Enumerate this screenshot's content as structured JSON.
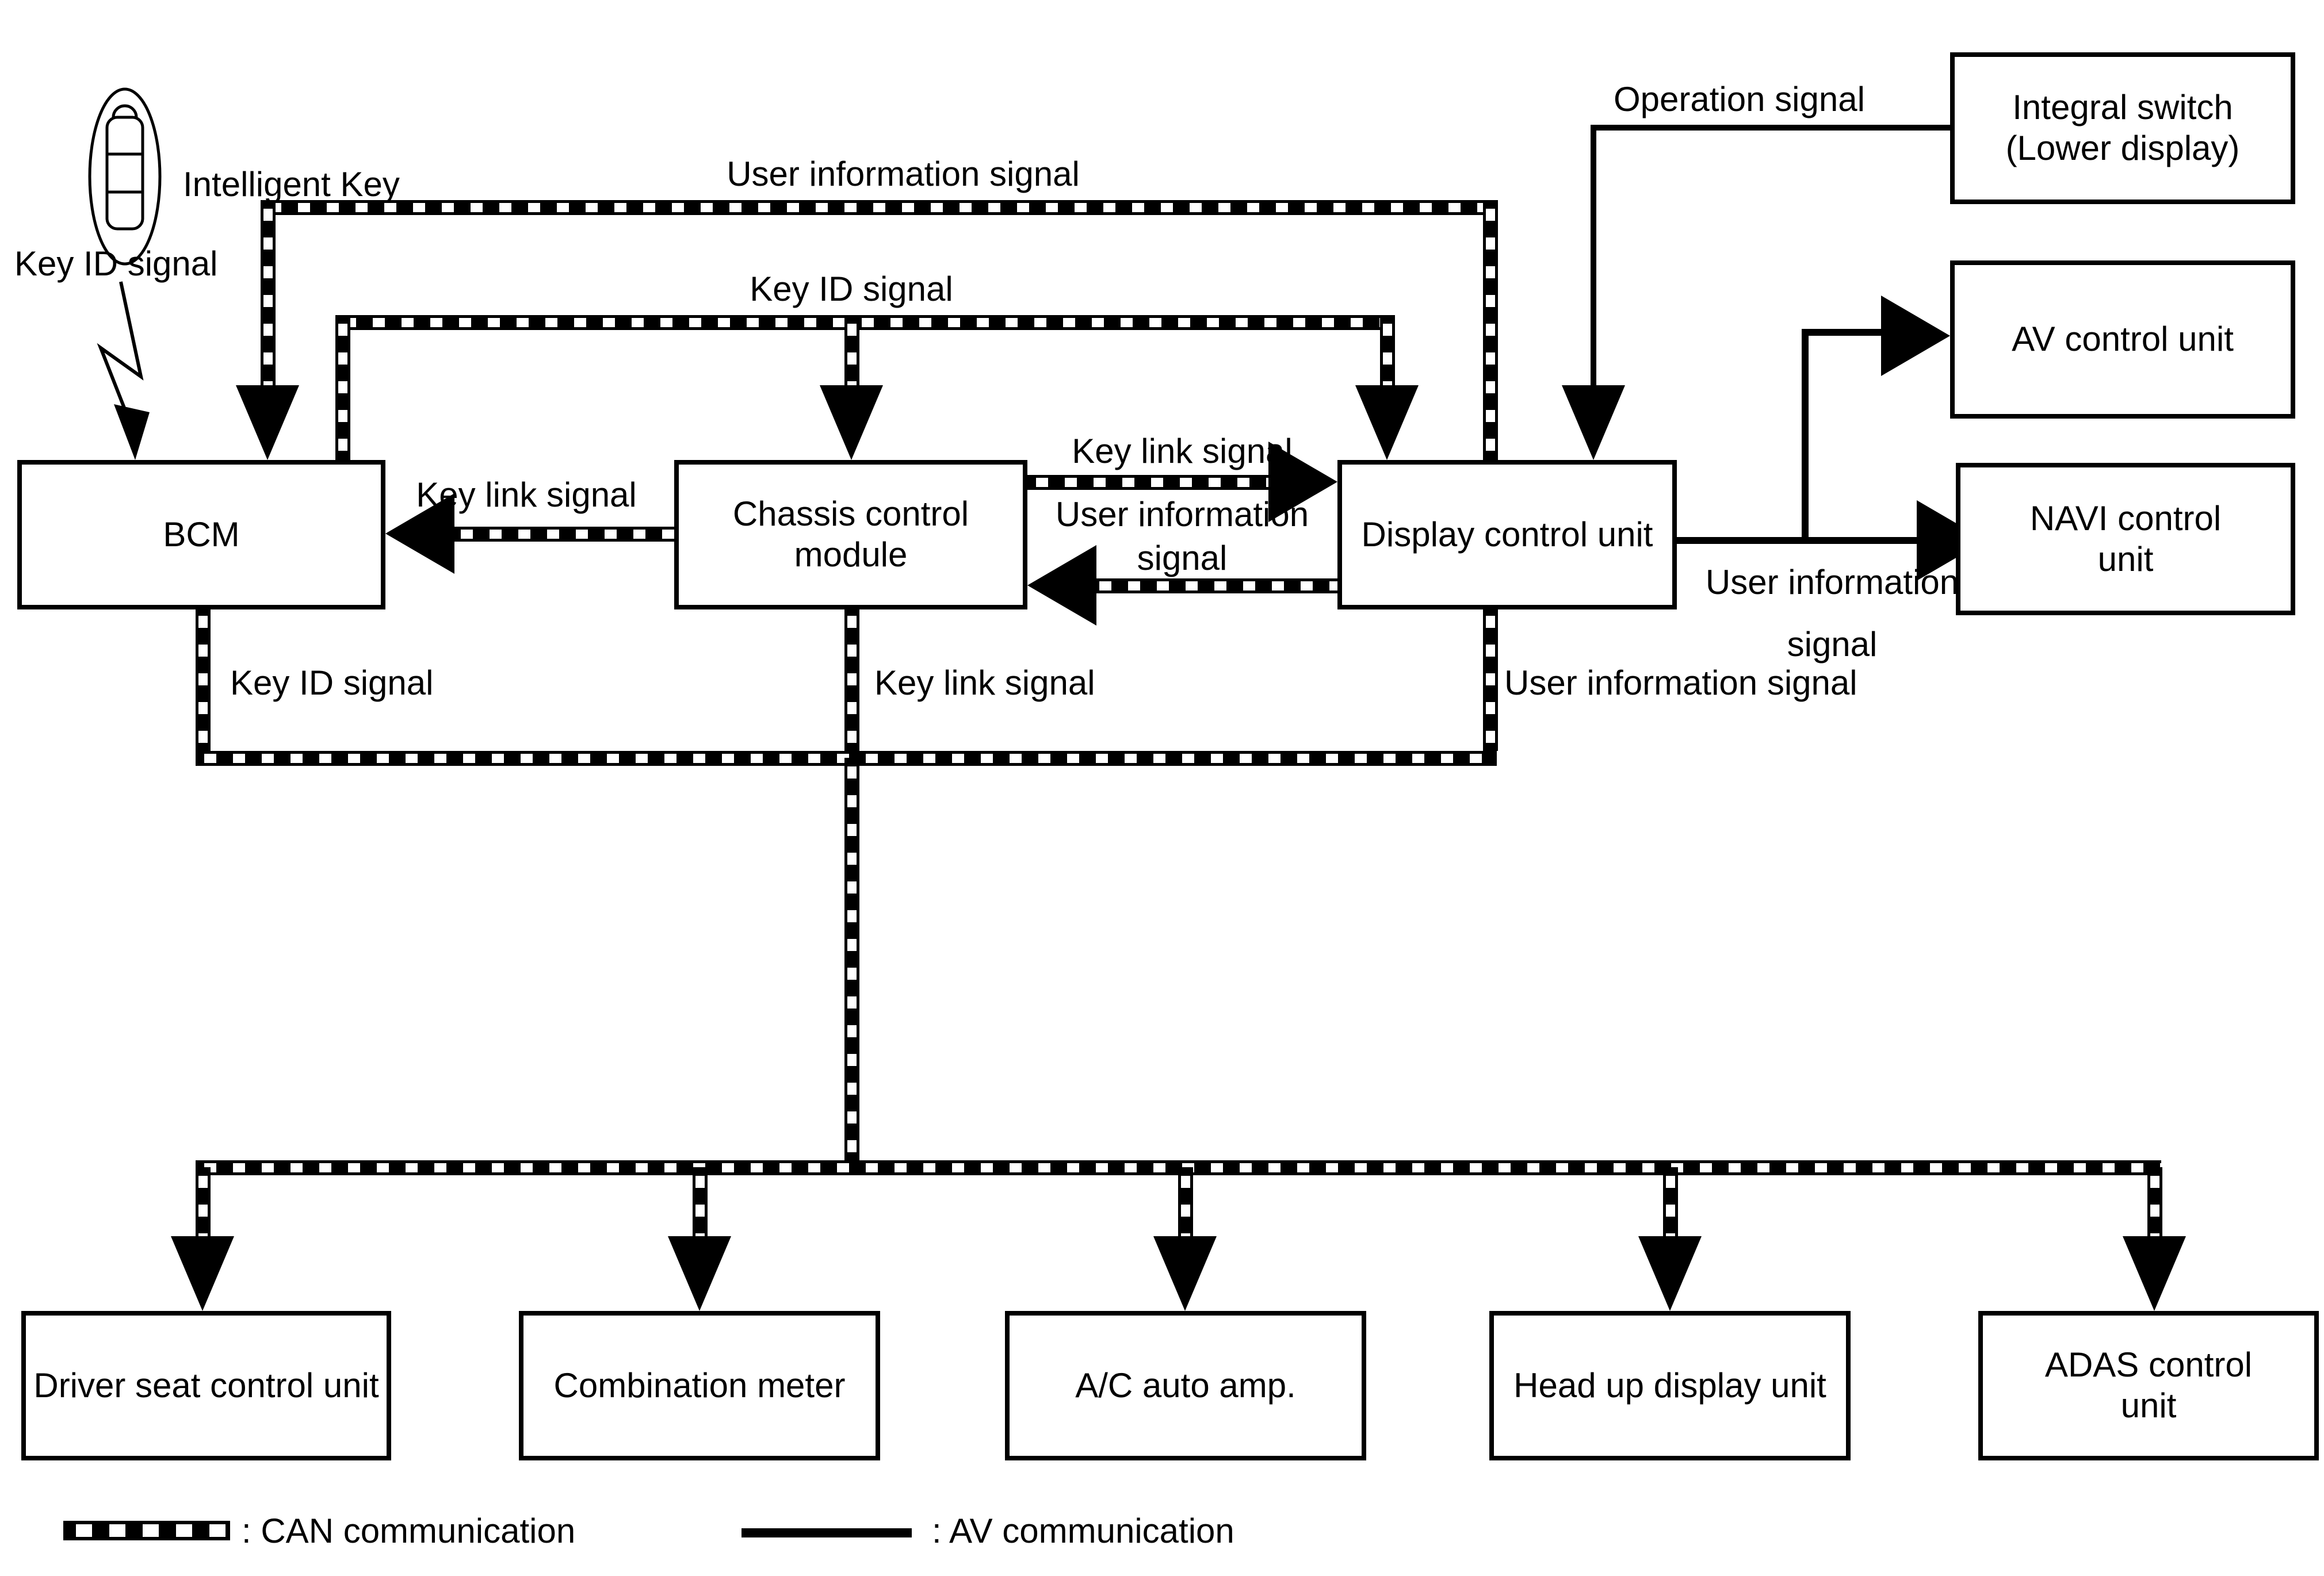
{
  "labels": {
    "intelligent_key": "Intelligent Key",
    "key_id_callout": "Key ID signal",
    "user_info_top": "User information signal",
    "key_id_top": "Key ID signal",
    "operation": "Operation signal",
    "key_link_left": "Key link signal",
    "key_link_right": "Key link signal",
    "user_info_mid_line1": "User information",
    "user_info_mid_line2": "signal",
    "user_info_right_line1": "User information",
    "user_info_right_line2": "signal",
    "bus_key_id": "Key ID signal",
    "bus_key_link": "Key link signal",
    "bus_user_info": "User information signal"
  },
  "boxes": {
    "bcm": "BCM",
    "chassis": "Chassis control module",
    "display": "Display control unit",
    "integral_switch_line1": "Integral switch",
    "integral_switch_line2": "(Lower display)",
    "av": "AV control unit",
    "navi_line1": "NAVI control",
    "navi_line2": "unit",
    "driver_seat": "Driver seat control unit",
    "combination_meter": "Combination meter",
    "ac_auto_amp": "A/C auto amp.",
    "head_up": "Head up display unit",
    "adas_line1": "ADAS control",
    "adas_line2": "unit"
  },
  "legend": {
    "can": ": CAN communication",
    "av": ": AV communication"
  },
  "icons": {
    "intelligent_key_icon": "key-fob"
  },
  "colors": {
    "line": "#000000",
    "background": "#ffffff"
  }
}
